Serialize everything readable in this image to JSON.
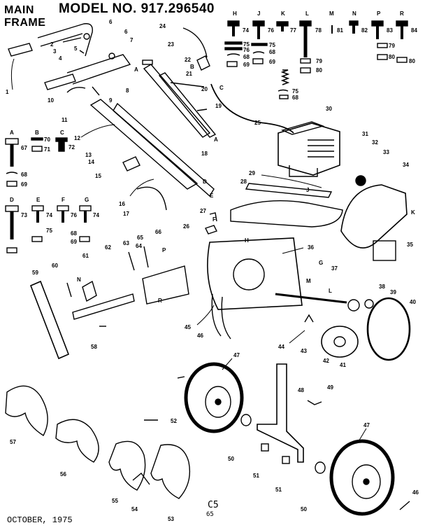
{
  "header": {
    "title_line1": "MAIN",
    "title_line2": "FRAME",
    "model": "MODEL NO. 917.296540"
  },
  "footer": {
    "date": "OCTOBER, 1975"
  },
  "code_marks": {
    "a": "C5",
    "b": "65"
  },
  "hardware_columns": {
    "top_letters": [
      "H",
      "J",
      "K",
      "L",
      "M",
      "N",
      "P",
      "R"
    ],
    "top_numbers": [
      "74",
      "76",
      "77",
      "78",
      "81",
      "82",
      "83",
      "84"
    ],
    "mid_left": [
      "75",
      "76",
      "68",
      "69"
    ],
    "mid_right": [
      "79",
      "80"
    ],
    "left_a": {
      "letter": "A",
      "number": "67",
      "parts": [
        "68",
        "69"
      ]
    },
    "left_b": {
      "letter": "B",
      "parts": [
        "70",
        "71"
      ]
    },
    "left_c": {
      "letter": "C",
      "number": "72"
    },
    "left_row2_letters": [
      "D",
      "E",
      "F",
      "G"
    ],
    "left_row2_numbers": [
      "73",
      "74",
      "76",
      "74"
    ],
    "left_row2_parts": [
      "75",
      "68",
      "69"
    ]
  },
  "callouts": {
    "frame": [
      "1",
      "2",
      "3",
      "4",
      "5",
      "6",
      "6",
      "7",
      "8",
      "9",
      "10",
      "11",
      "12",
      "13",
      "14",
      "15",
      "16",
      "17",
      "18",
      "19",
      "20",
      "21",
      "22",
      "23",
      "24",
      "25"
    ],
    "engine": [
      "26",
      "27",
      "28",
      "29",
      "30",
      "31",
      "32",
      "33",
      "34",
      "35",
      "36",
      "37",
      "38",
      "39",
      "40"
    ],
    "lower": [
      "41",
      "42",
      "43",
      "44",
      "45",
      "46",
      "46",
      "47",
      "47",
      "48",
      "49",
      "50",
      "50",
      "51",
      "51",
      "52",
      "53",
      "54",
      "55",
      "56",
      "57",
      "58",
      "59",
      "60",
      "61",
      "62",
      "63",
      "64",
      "65",
      "66"
    ]
  },
  "letter_marks": [
    "A",
    "B",
    "C",
    "D",
    "E",
    "F",
    "G",
    "H",
    "J",
    "K",
    "L",
    "M",
    "N",
    "P",
    "R"
  ]
}
